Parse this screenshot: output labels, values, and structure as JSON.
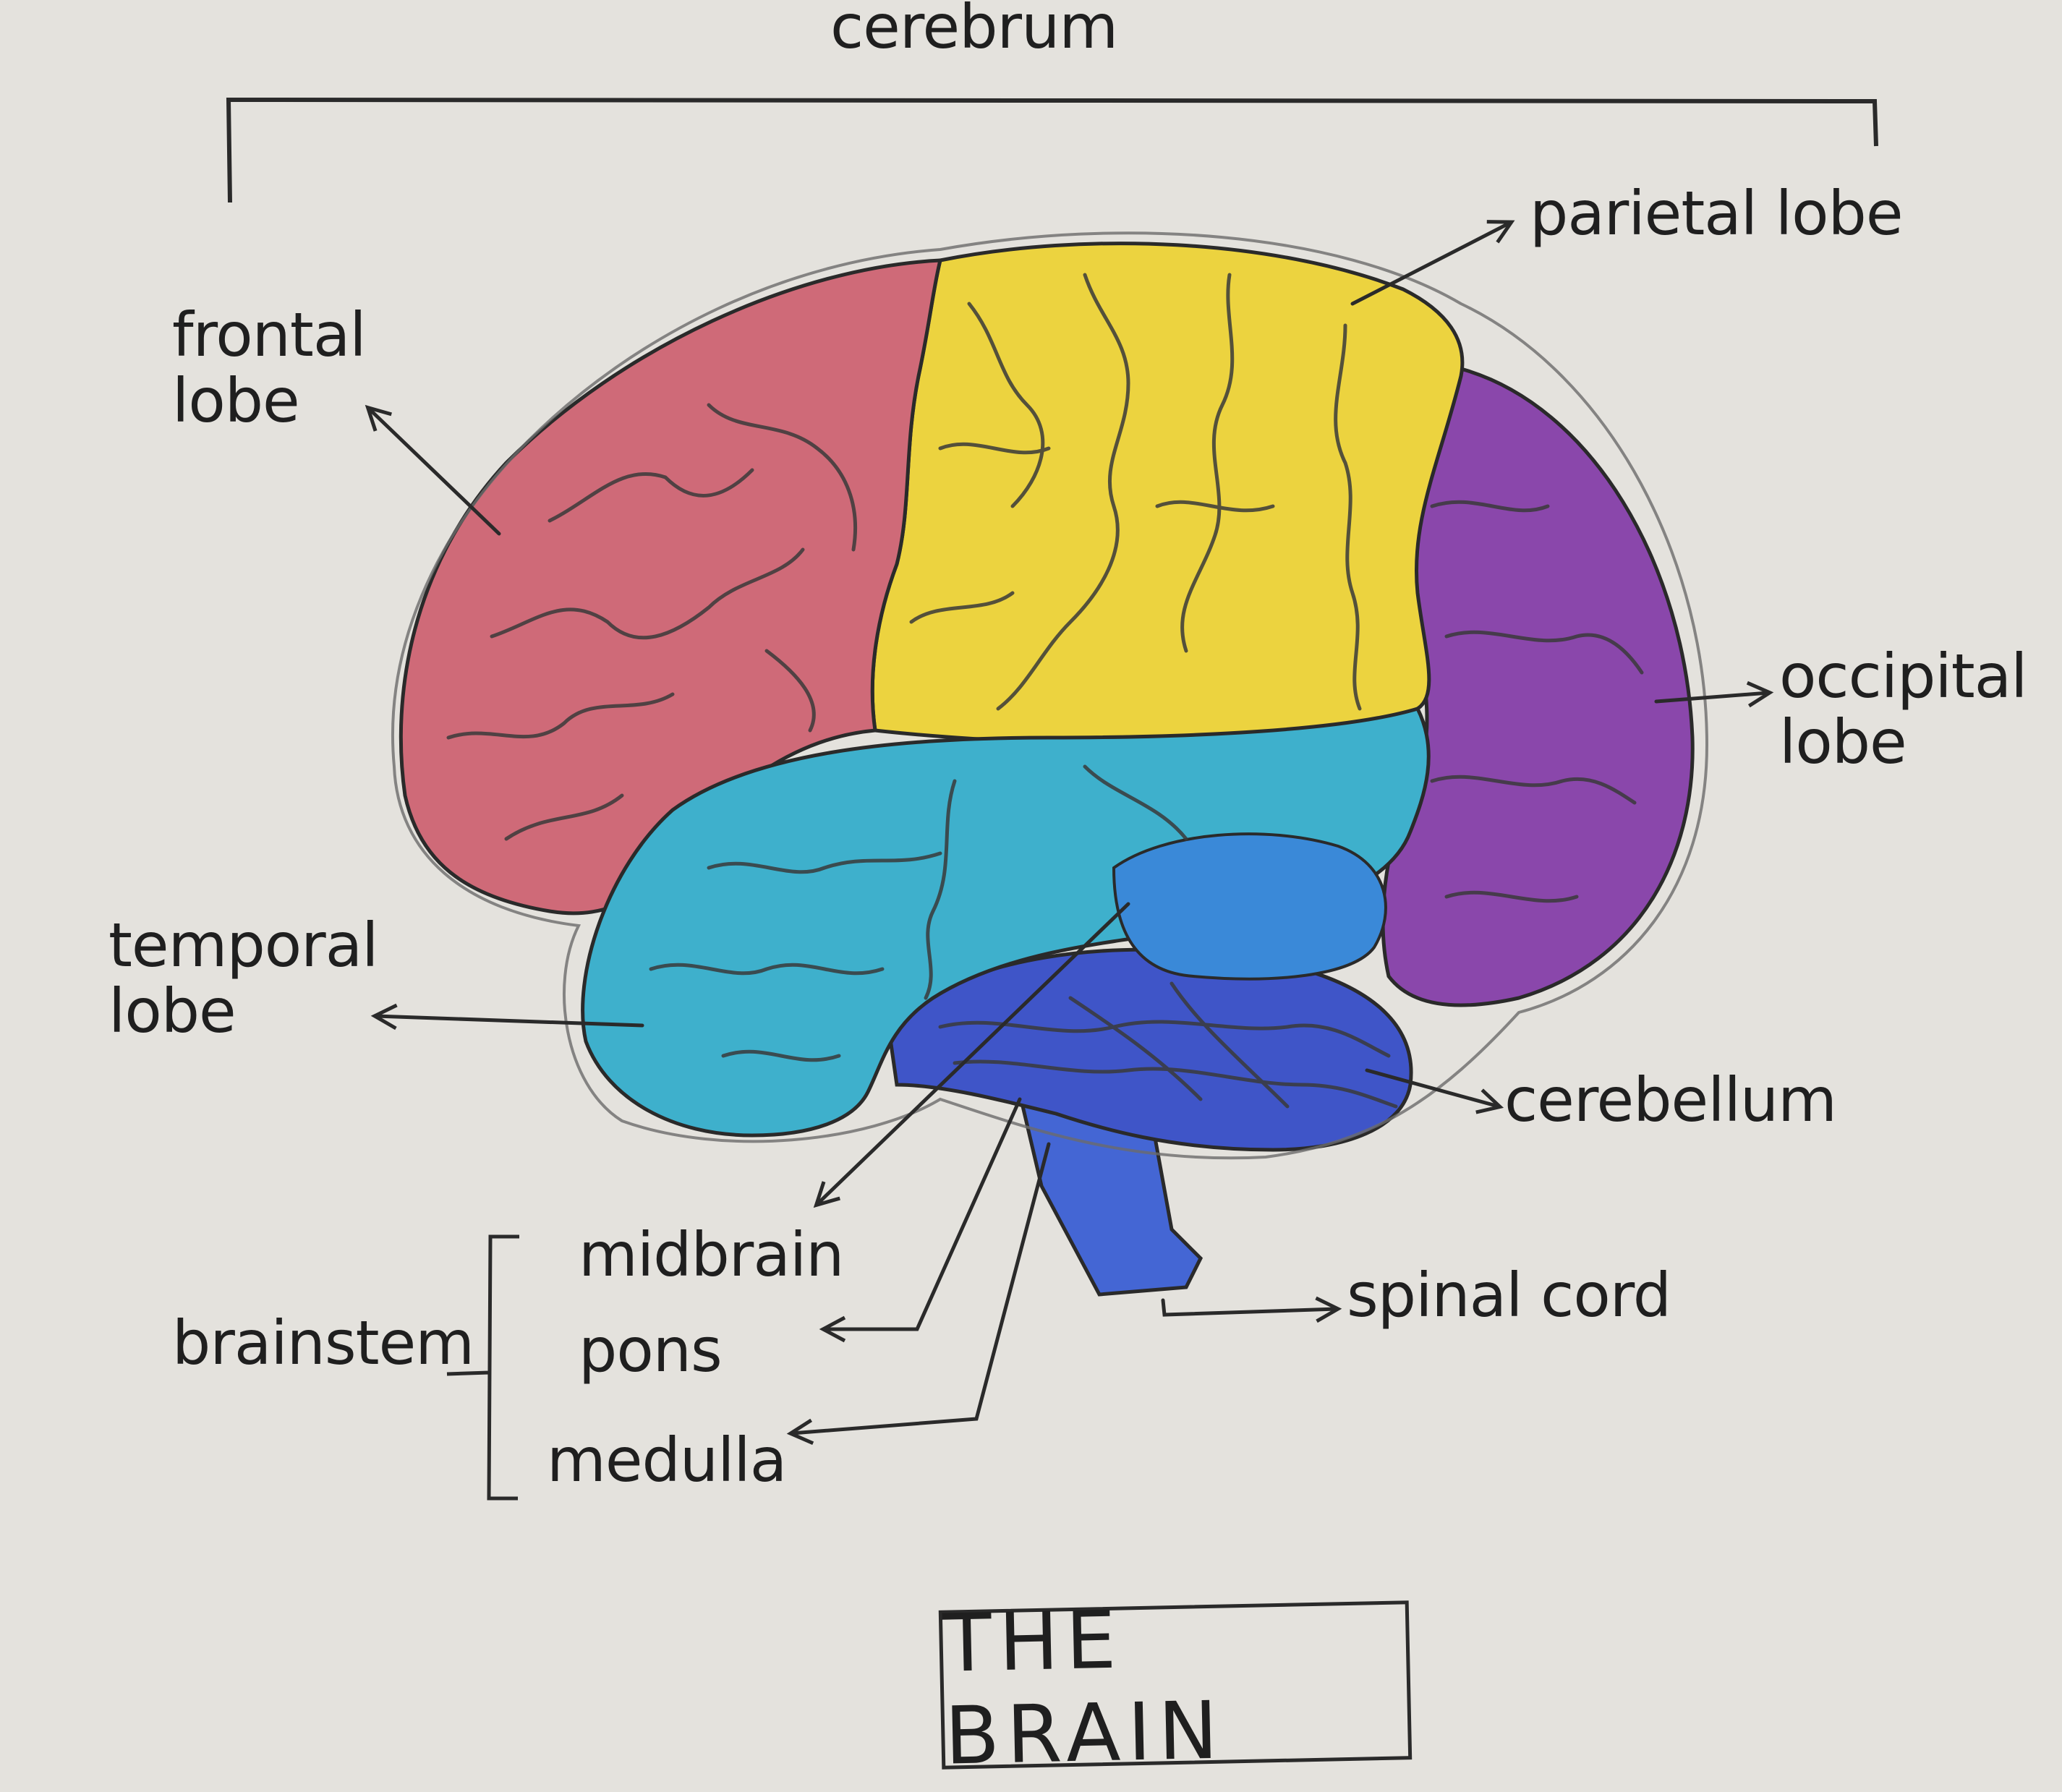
{
  "labels": {
    "cerebrum": "cerebrum",
    "frontal_lobe": "frontal\nlobe",
    "parietal_lobe": "parietal lobe",
    "occipital_lobe": "occipital\nlobe",
    "temporal_lobe": "temporal\nlobe",
    "cerebellum": "cerebellum",
    "midbrain": "midbrain",
    "pons": "pons",
    "medulla": "medulla",
    "brainstem": "brainstem",
    "spinal_cord": "spinal cord"
  },
  "title": "THE BRAIN",
  "colors": {
    "paper": "#e4e2dd",
    "frontal": "#cf6a78",
    "parietal": "#ecd33f",
    "occipital": "#8a47ab",
    "temporal": "#3eb0cc",
    "midbrain": "#3a89d8",
    "cerebellum": "#3f55c8",
    "brainstem": "#4466d4",
    "ink": "#2a2a2a"
  }
}
